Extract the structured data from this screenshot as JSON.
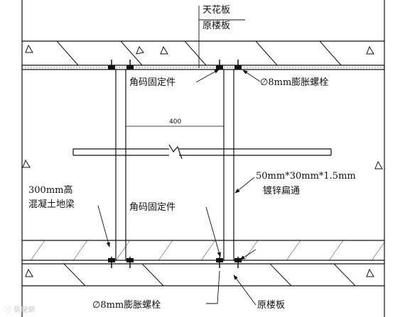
{
  "labels": {
    "ceiling": "天花板",
    "original_slab_top": "原楼板",
    "corner_bracket_top": "角码固定件",
    "bolt_top": "∅8mm膨胀螺栓",
    "dimension_width": "400",
    "tube_spec_line1": "50mm*30mm*1.5mm",
    "tube_spec_line2": "镀锌扁通",
    "beam_line1": "300mm高",
    "beam_line2": "混凝土地梁",
    "corner_bracket_bottom": "角码固定件",
    "bolt_bottom": "∅8mm膨胀螺栓",
    "original_slab_bottom": "原楼板"
  },
  "watermark": {
    "text": "ⓘ 筑龍網"
  },
  "colors": {
    "line": "#111111",
    "background": "#ffffff",
    "watermark": "#c9c9c9"
  }
}
